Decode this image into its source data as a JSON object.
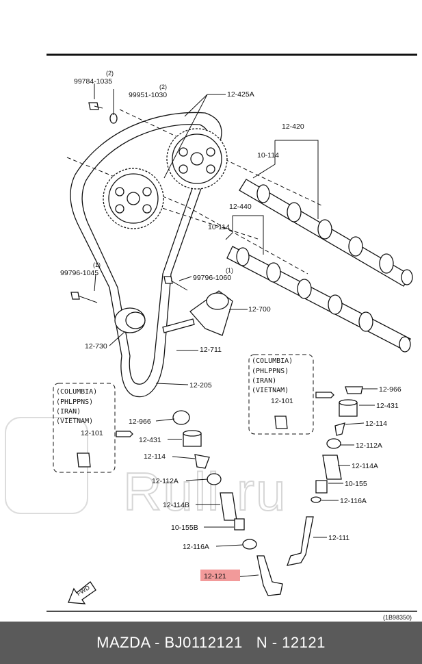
{
  "watermark": "Ruli.ru",
  "labels": {
    "p99784": "99784-1035",
    "p99784_qty": "(2)",
    "p99951": "99951-1030",
    "p99951_qty": "(2)",
    "p12425A": "12-425A",
    "p12420": "12-420",
    "p10114a": "10-114",
    "p12440": "12-440",
    "p10114b": "10-114",
    "p99796_1045": "99796-1045",
    "p99796_1045_qty": "(1)",
    "p99796_1060": "99796-1060",
    "p99796_1060_qty": "(1)",
    "p12700": "12-700",
    "p12730": "12-730",
    "p12711": "12-711",
    "p12205": "12-205",
    "p12966a": "12-966",
    "p12431a": "12-431",
    "p12114a": "12-114",
    "p12112Aa": "12-112A",
    "p12114B": "12-114B",
    "p10155B": "10-155B",
    "p12116Aa": "12-116A",
    "p12121": "12-121",
    "p12966b": "12-966",
    "p12431b": "12-431",
    "p12114b": "12-114",
    "p12112Ab": "12-112A",
    "p12114A": "12-114A",
    "p10155": "10-155",
    "p12116Ab": "12-116A",
    "p12111": "12-111",
    "p12101a": "12-101",
    "p12101b": "12-101",
    "fwd": "FWD",
    "code": "(1B98350)"
  },
  "region_box_left": [
    "(COLUMBIA)",
    "(PHLPPNS)",
    "(IRAN)",
    "(VIETNAM)"
  ],
  "region_box_right": [
    "(COLUMBIA)",
    "(PHLPPNS)",
    "(IRAN)",
    "(VIETNAM)"
  ],
  "highlight": {
    "part": "12-121",
    "color": "#f29a9a"
  },
  "footer": {
    "brand_part": "MAZDA - BJ0112121",
    "number": "N - 12121"
  }
}
